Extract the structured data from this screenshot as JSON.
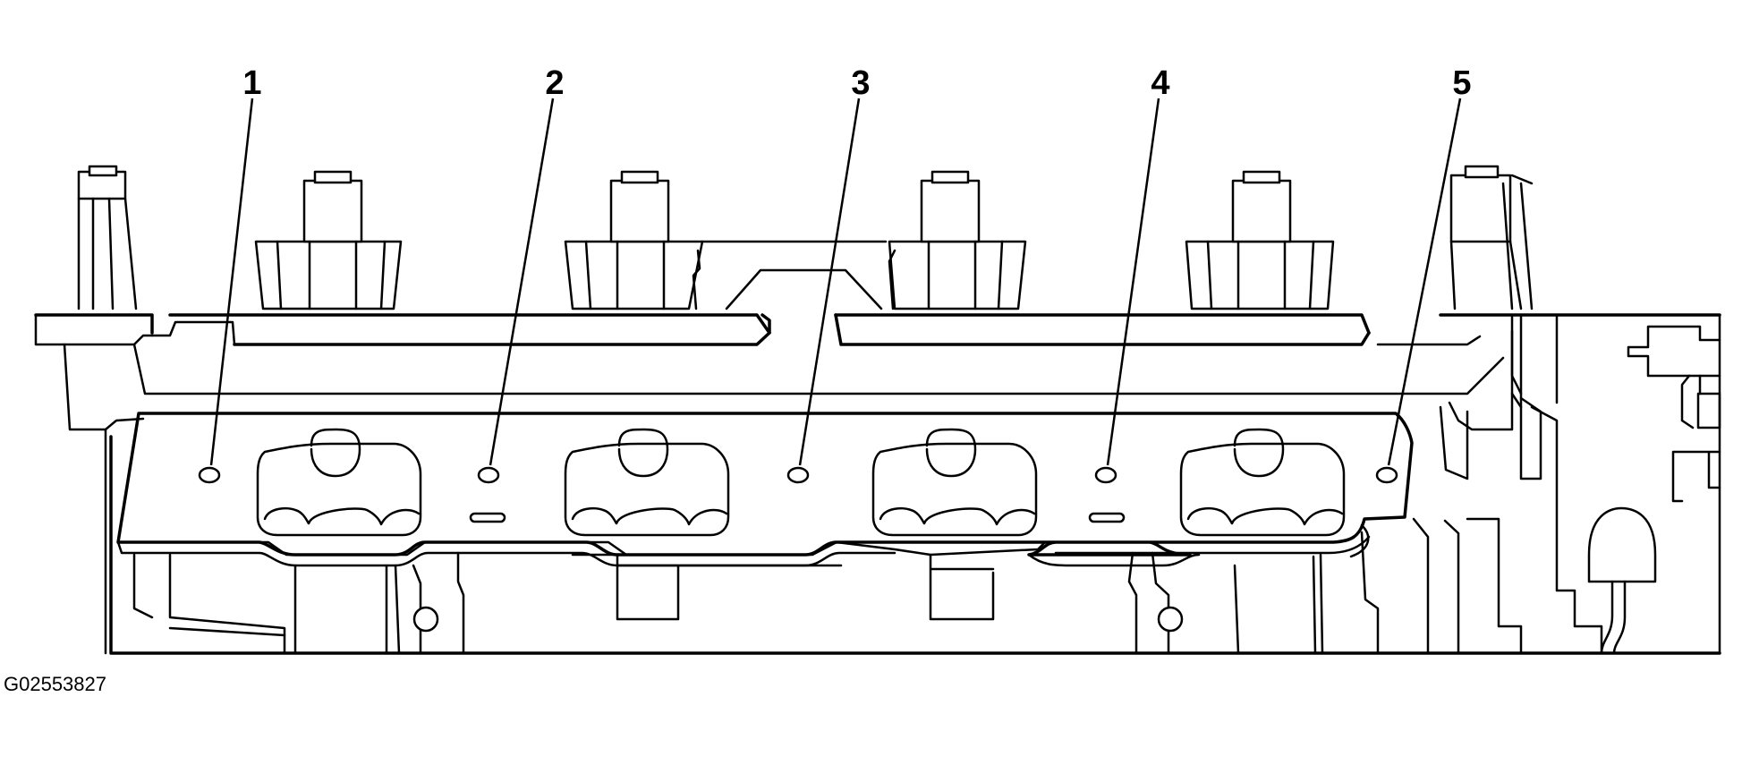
{
  "callouts": [
    {
      "label": "1"
    },
    {
      "label": "2"
    },
    {
      "label": "3"
    },
    {
      "label": "4"
    },
    {
      "label": "5"
    }
  ],
  "figure_id": "G02553827",
  "colors": {
    "line": "#000000",
    "background": "#ffffff"
  }
}
